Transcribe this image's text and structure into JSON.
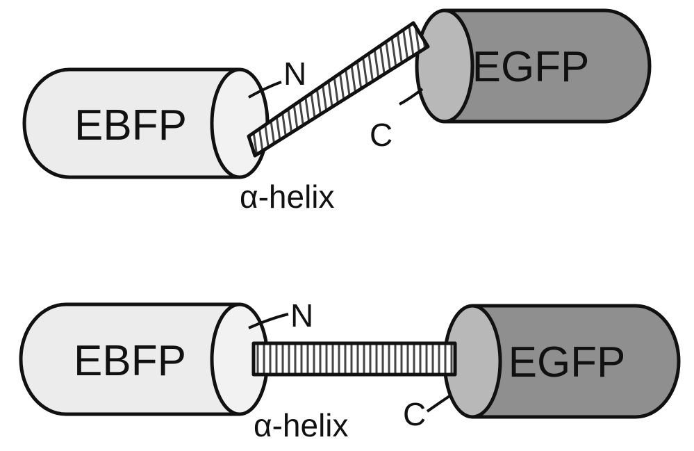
{
  "colors": {
    "ebfp_body": "#ececec",
    "ebfp_face": "#f2f2f2",
    "egfp_body": "#8f8f8f",
    "egfp_face": "#b8b8b8",
    "helix_fill": "#ffffff",
    "helix_stripe": "#444444",
    "outline": "#111111"
  },
  "top": {
    "left_protein": "EBFP",
    "right_protein": "EGFP",
    "n_label": "N",
    "c_label": "C",
    "helix_label": "α-helix"
  },
  "bottom": {
    "left_protein": "EBFP",
    "right_protein": "EGFP",
    "n_label": "N",
    "c_label": "C",
    "helix_label": "α-helix"
  }
}
